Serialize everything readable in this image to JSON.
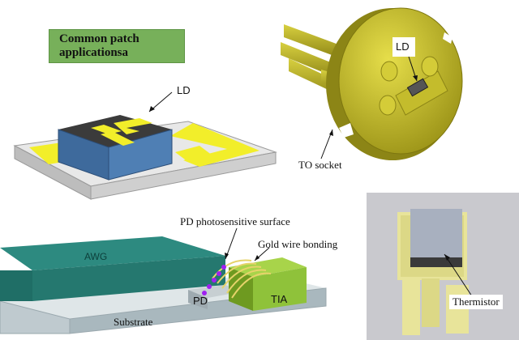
{
  "title": "Common patch applicationsa",
  "labels": {
    "ld_patch": "LD",
    "ld_to": "LD",
    "to_socket": "TO socket",
    "pd_surface": "PD photosensitive surface",
    "gold_wire": "Gold wire bonding",
    "awg": "AWG",
    "pd": "PD",
    "tia": "TIA",
    "substrate": "Substrate",
    "thermistor": "Thermistor"
  },
  "colors": {
    "title_bg": "#77b05a",
    "gold": "#c9c12a",
    "blue_block": "#3e6a9c",
    "awg_teal": "#2d8a80",
    "tia_green": "#8fc23a",
    "yellow_pad": "#f2ee2a",
    "thermo_bg": "#c9c9ce"
  }
}
